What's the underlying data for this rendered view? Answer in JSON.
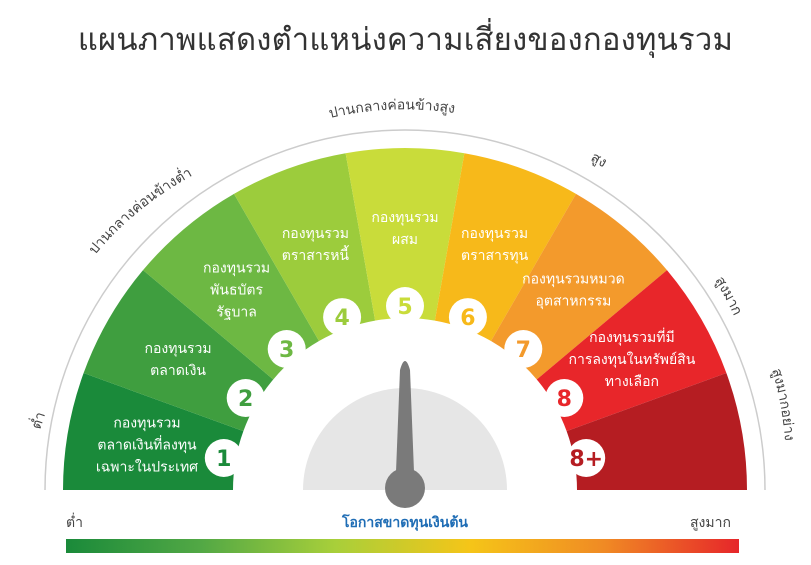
{
  "title": "แผนภาพแสดงตำแหน่งความเสี่ยงของกองทุนรวม",
  "outer_labels": {
    "low": "ต่ำ",
    "medium_low": "ปานกลางค่อนข้างต่ำ",
    "medium_high": "ปานกลางค่อนข้างสูง",
    "high": "สูง",
    "very_high": "สูงมาก",
    "very_very_high": "สูงมากอย่างมีนัยสำคัญ"
  },
  "segments": [
    {
      "number": "1",
      "lines": [
        "กองทุนรวม",
        "ตลาดเงินที่ลงทุน",
        "เฉพาะในประเทศ"
      ],
      "color": "#1a8a3a"
    },
    {
      "number": "2",
      "lines": [
        "กองทุนรวม",
        "ตลาดเงิน"
      ],
      "color": "#3f9e3f"
    },
    {
      "number": "3",
      "lines": [
        "กองทุนรวม",
        "พันธบัตร",
        "รัฐบาล"
      ],
      "color": "#6db843"
    },
    {
      "number": "4",
      "lines": [
        "กองทุนรวม",
        "ตราสารหนี้"
      ],
      "color": "#9ccc3c"
    },
    {
      "number": "5",
      "lines": [
        "กองทุนรวม",
        "ผสม"
      ],
      "color": "#c9dc3a"
    },
    {
      "number": "6",
      "lines": [
        "กองทุนรวม",
        "ตราสารทุน"
      ],
      "color": "#f7b91a"
    },
    {
      "number": "7",
      "lines": [
        "กองทุนรวมหมวด",
        "อุตสาหกรรม"
      ],
      "color": "#f39a2c"
    },
    {
      "number": "8",
      "lines": [
        "กองทุนรวมที่มี",
        "การลงทุนในทรัพย์สิน",
        "ทางเลือก"
      ],
      "color": "#e8262a"
    },
    {
      "number": "8+",
      "lines": [],
      "color": "#b51d22"
    }
  ],
  "bottom": {
    "left": "ต่ำ",
    "center": "โอกาสขาดทุนเงินต้น",
    "right": "สูงมาก"
  },
  "colors": {
    "needle": "#7a7a7a",
    "dial": "#e6e6e6",
    "outer_ring": "#cccccc"
  }
}
